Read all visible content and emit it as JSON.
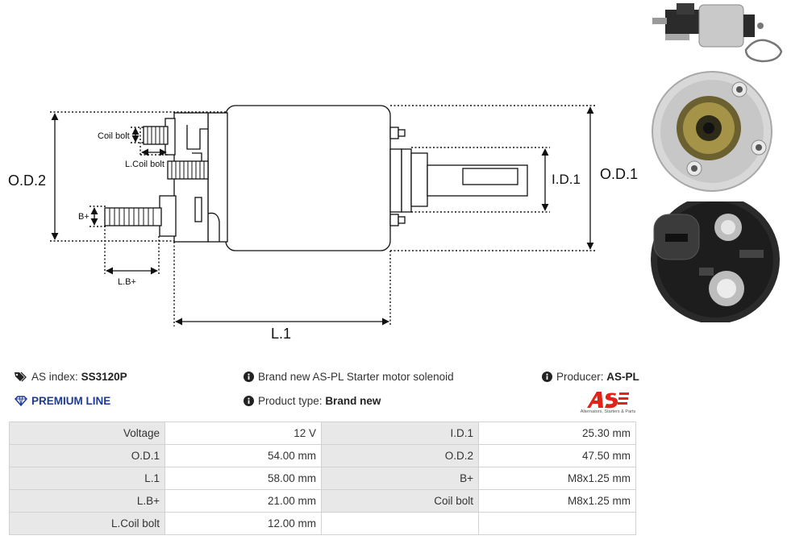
{
  "drawing": {
    "labels": {
      "od2": "O.D.2",
      "od1": "O.D.1",
      "id1": "I.D.1",
      "l1": "L.1",
      "coil_bolt": "Coil bolt",
      "l_coil_bolt": "L.Coil bolt",
      "b_plus": "B+",
      "l_b_plus": "L.B+"
    }
  },
  "photos": [
    {
      "icon": "solenoid-side-photo"
    },
    {
      "icon": "solenoid-front-photo"
    },
    {
      "icon": "solenoid-rear-photo"
    }
  ],
  "info": {
    "as_index_label": "AS index:",
    "as_index_value": "SS3120P",
    "premium_line": "PREMIUM LINE",
    "description": "Brand new AS-PL Starter motor solenoid",
    "product_type_label": "Product type:",
    "product_type_value": "Brand new",
    "producer_label": "Producer:",
    "producer_value": "AS-PL",
    "logo_text": "AS",
    "logo_subtext": "Alternators, Starters & Parts"
  },
  "colors": {
    "premium": "#1f3a93",
    "logo_red": "#e2231a",
    "label_bg": "#e8e8e8"
  },
  "specs": [
    [
      {
        "label": "Voltage",
        "value": "12 V"
      },
      {
        "label": "I.D.1",
        "value": "25.30 mm"
      }
    ],
    [
      {
        "label": "O.D.1",
        "value": "54.00 mm"
      },
      {
        "label": "O.D.2",
        "value": "47.50 mm"
      }
    ],
    [
      {
        "label": "L.1",
        "value": "58.00 mm"
      },
      {
        "label": "B+",
        "value": "M8x1.25 mm"
      }
    ],
    [
      {
        "label": "L.B+",
        "value": "21.00 mm"
      },
      {
        "label": "Coil bolt",
        "value": "M8x1.25 mm"
      }
    ],
    [
      {
        "label": "L.Coil bolt",
        "value": "12.00 mm"
      },
      {
        "label": "",
        "value": ""
      }
    ]
  ]
}
